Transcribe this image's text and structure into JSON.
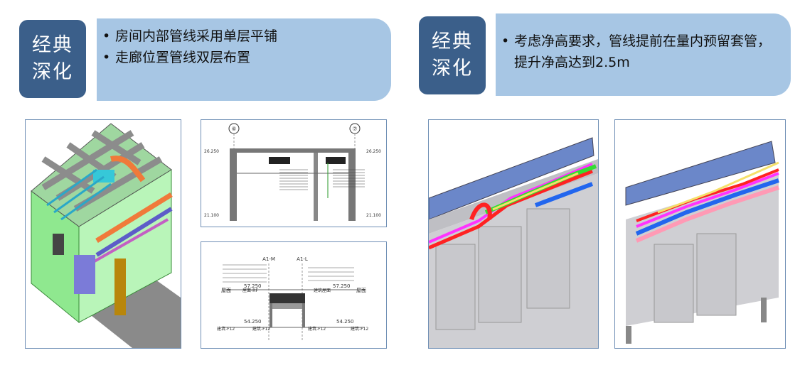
{
  "left": {
    "tag_line1": "经典",
    "tag_line2": "深化",
    "bullets": [
      "房间内部管线采用单层平铺",
      "走廊位置管线双层布置"
    ]
  },
  "right": {
    "tag_line1": "经典",
    "tag_line2": "深化",
    "bullets": [
      "考虑净高要求，管线提前在量内预留套管，提升净高达到2.5m"
    ]
  },
  "drawing1": {
    "axis_left": "⑥",
    "axis_right": "⑦",
    "elev_left_top": "26.250",
    "elev_left_bottom": "21.100",
    "elev_right_top": "26.250",
    "elev_right_bottom": "21.100"
  },
  "drawing2": {
    "axis_left": "A1-M",
    "axis_right": "A1-L",
    "label_left": "屋面",
    "label_right": "屋面",
    "label_rf": "屋面-RF",
    "label_jz": "建筑屋面",
    "label_f12_left": "建筑-F12",
    "label_f12_mid": "建筑-F12",
    "label_f12_center": "建筑-F12",
    "label_f12_right": "建筑-F12",
    "elev_left_top": "57.250",
    "elev_right_top": "57.250",
    "elev_left_bottom": "54.250",
    "elev_right_bottom": "54.250"
  }
}
